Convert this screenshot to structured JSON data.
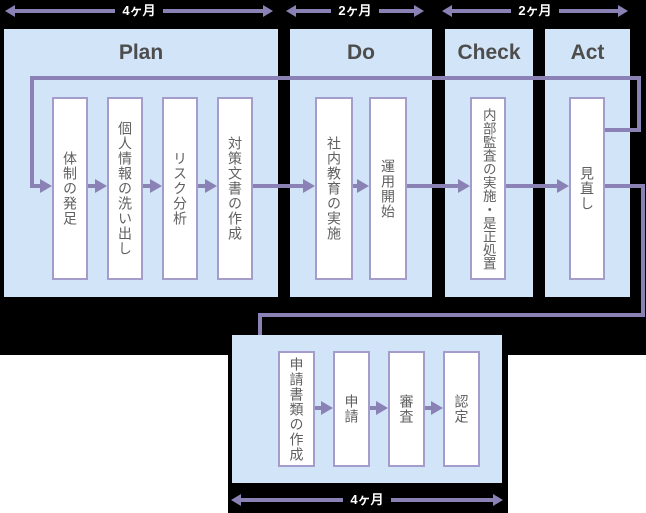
{
  "timeline": {
    "plan_duration": "4ヶ月",
    "do_duration": "2ヶ月",
    "check_act_duration": "2ヶ月",
    "application_duration": "4ヶ月"
  },
  "phases": [
    {
      "title": "Plan",
      "steps": [
        "体制の発足",
        "個人情報の洗い出し",
        "リスク分析",
        "対策文書の作成"
      ]
    },
    {
      "title": "Do",
      "steps": [
        "社内教育の実施",
        "運用開始"
      ]
    },
    {
      "title": "Check",
      "steps": [
        "内部監査の実施・是正処置"
      ]
    },
    {
      "title": "Act",
      "steps": [
        "見直し"
      ]
    }
  ],
  "application": {
    "steps": [
      "申請書類の作成",
      "申請",
      "審査",
      "認定"
    ]
  },
  "colors": {
    "plate": "#000000",
    "phase_fill": "#d2e4f7",
    "flow_line": "#8a82b5",
    "step_border": "#a49dcb",
    "phase_title_text": "#4d4d4d",
    "step_text": "#606060",
    "duration_text": "#ffffff",
    "page_background": "#ffffff"
  }
}
